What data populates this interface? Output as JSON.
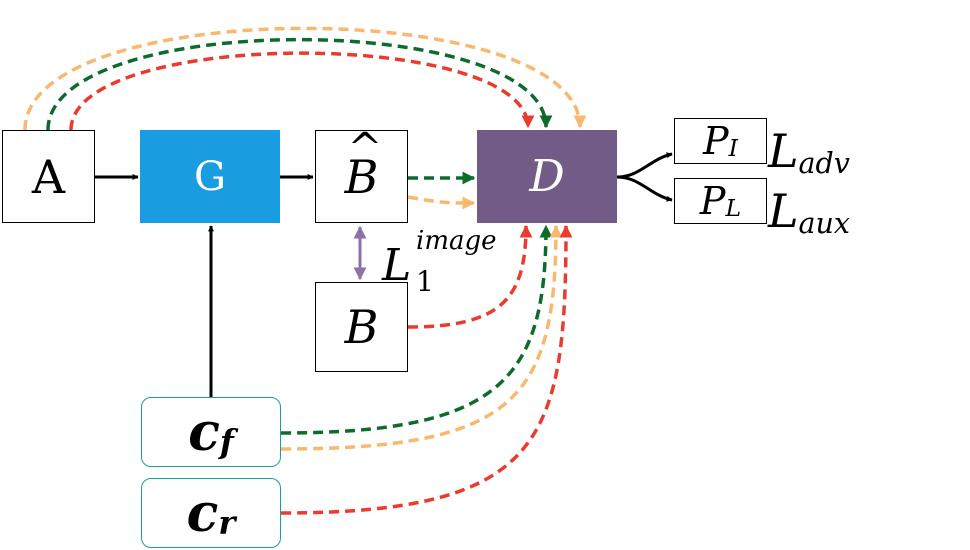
{
  "nodes": {
    "a": {
      "label": "A"
    },
    "g": {
      "label": "G",
      "fill": "#1a9de0"
    },
    "bhat": {
      "label": "B",
      "hat": "^"
    },
    "b": {
      "label": "B"
    },
    "d": {
      "label": "D",
      "fill": "#725b87"
    },
    "cf": {
      "main": "c",
      "sub": "f",
      "border": "#1e9e9a"
    },
    "cr": {
      "main": "c",
      "sub": "r",
      "border": "#1e9e9a"
    },
    "pi": {
      "main": "P",
      "sub": "I"
    },
    "pl": {
      "main": "P",
      "sub": "L"
    }
  },
  "losses": {
    "adv": {
      "main": "L",
      "sub": "adv"
    },
    "aux": {
      "main": "L",
      "sub": "aux"
    },
    "l1": {
      "main": "L",
      "sub": "1",
      "sup": "image"
    }
  },
  "colors": {
    "red": "#ea3b2e",
    "green": "#0e6b2e",
    "orange": "#f8b870",
    "purple": "#8e71a8",
    "black": "#000000"
  }
}
